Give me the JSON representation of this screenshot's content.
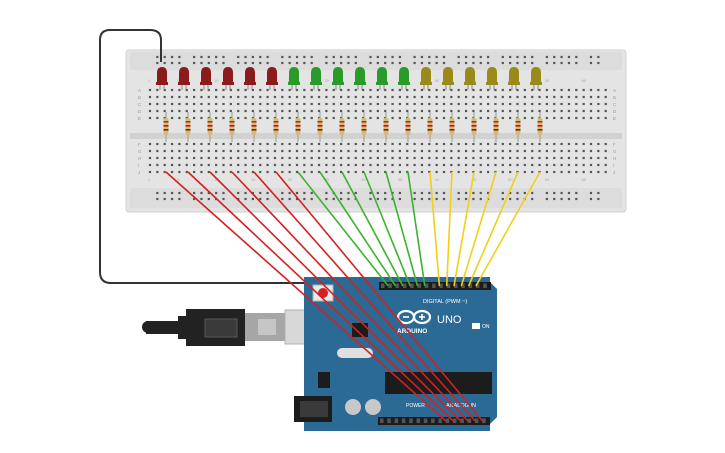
{
  "arduino": {
    "brand": "ARDUINO",
    "model": "UNO",
    "on_label": "ON",
    "digital_label": "DIGITAL (PWM ~)",
    "analog_label": "ANALOG IN",
    "power_label": "POWER"
  },
  "breadboard": {
    "row_letters_top": [
      "A",
      "B",
      "C",
      "D",
      "E"
    ],
    "row_letters_bottom": [
      "F",
      "G",
      "H",
      "I",
      "J"
    ],
    "column_numbers": [
      "1",
      "5",
      "10",
      "15",
      "20",
      "25",
      "30",
      "35",
      "40",
      "45",
      "50",
      "55",
      "60"
    ]
  },
  "leds": {
    "red_count": 6,
    "green_count": 6,
    "yellow_count": 6
  },
  "colors": {
    "led_red": "#8c1c1c",
    "led_green": "#2a9a2a",
    "led_yellow": "#9a8a1a",
    "wire_red": "#d42020",
    "wire_green": "#3cb22f",
    "wire_yellow": "#f2cf1a",
    "wire_black": "#333333",
    "board_blue": "#2c6a96",
    "breadboard": "#e4e4e4"
  }
}
